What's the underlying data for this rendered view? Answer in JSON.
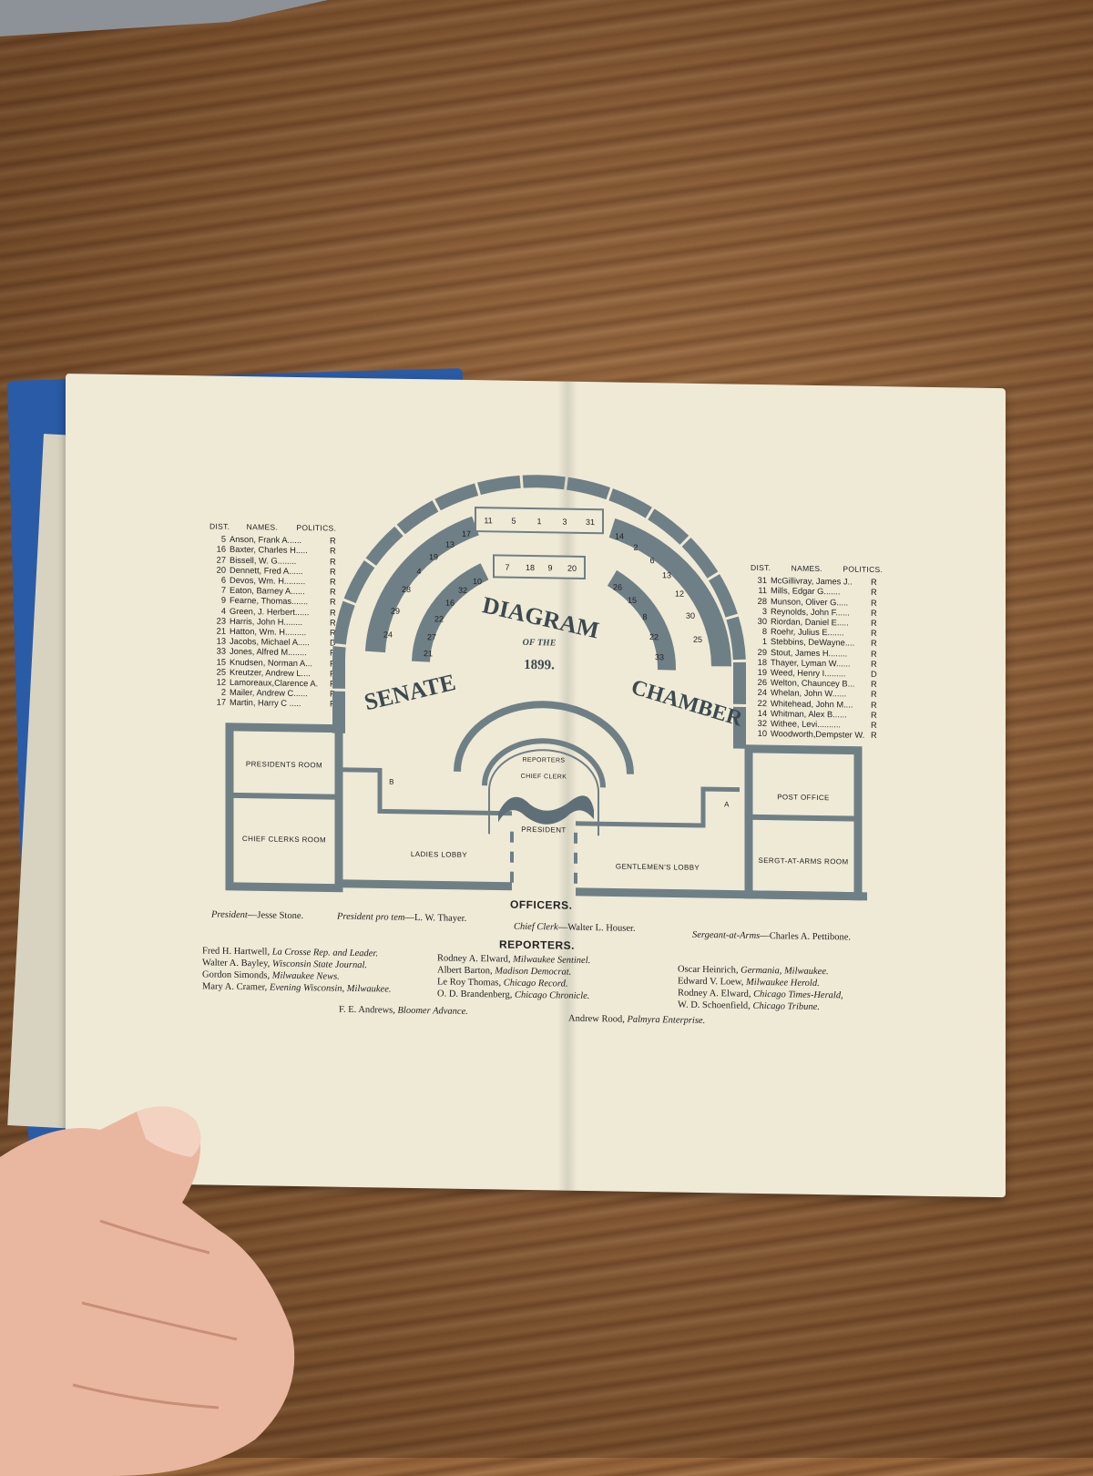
{
  "senators_left": {
    "headers": [
      "DIST.",
      "NAMES.",
      "POLITICS."
    ],
    "rows": [
      [
        "5",
        "Anson, Frank A......",
        "R"
      ],
      [
        "16",
        "Baxter, Charles H.....",
        "R"
      ],
      [
        "27",
        "Bissell, W. G........",
        "R"
      ],
      [
        "20",
        "Dennett, Fred A......",
        "R"
      ],
      [
        "6",
        "Devos, Wm. H.........",
        "R"
      ],
      [
        "7",
        "Eaton, Barney A......",
        "R"
      ],
      [
        "9",
        "Fearne, Thomas.......",
        "R"
      ],
      [
        "4",
        "Green, J. Herbert......",
        "R"
      ],
      [
        "23",
        "Harris, John H........",
        "R"
      ],
      [
        "21",
        "Hatton, Wm. H.........",
        "R"
      ],
      [
        "13",
        "Jacobs, Michael A.....",
        "D"
      ],
      [
        "33",
        "Jones, Alfred M........",
        "R"
      ],
      [
        "15",
        "Knudsen, Norman A...",
        "R"
      ],
      [
        "25",
        "Kreutzer, Andrew L....",
        "R"
      ],
      [
        "12",
        "Lamoreaux,Clarence A.",
        "R"
      ],
      [
        "2",
        "Mailer, Andrew C......",
        "R"
      ],
      [
        "17",
        "Martin, Harry C .....",
        "R"
      ]
    ]
  },
  "senators_right": {
    "headers": [
      "DIST.",
      "NAMES.",
      "POLITICS."
    ],
    "rows": [
      [
        "31",
        "McGillivray, James J..",
        "R"
      ],
      [
        "11",
        "Mills, Edgar G.......",
        "R"
      ],
      [
        "28",
        "Munson, Oliver G.....",
        "R"
      ],
      [
        "3",
        "Reynolds, John F......",
        "R"
      ],
      [
        "30",
        "Riordan, Daniel E.....",
        "R"
      ],
      [
        "8",
        "Roehr, Julius E.......",
        "R"
      ],
      [
        "1",
        "Stebbins, DeWayne....",
        "R"
      ],
      [
        "29",
        "Stout, James H........",
        "R"
      ],
      [
        "18",
        "Thayer, Lyman W......",
        "R"
      ],
      [
        "19",
        "Weed, Henry I.........",
        "D"
      ],
      [
        "26",
        "Welton, Chauncey B...",
        "R"
      ],
      [
        "24",
        "Whelan, John W......",
        "R"
      ],
      [
        "22",
        "Whitehead, John M....",
        "R"
      ],
      [
        "14",
        "Whitman, Alex B......",
        "R"
      ],
      [
        "32",
        "Withee, Levi..........",
        "R"
      ],
      [
        "10",
        "Woodworth,Dempster W.",
        "R"
      ]
    ]
  },
  "diagram": {
    "title_word1": "DIAGRAM",
    "of_the": "OF THE",
    "year": "1899.",
    "title_word2": "SENATE",
    "title_word3": "CHAMBER",
    "rooms": {
      "presidents_room": "PRESIDENTS ROOM",
      "chief_clerks_room": "CHIEF CLERKS ROOM",
      "ladies_lobby": "LADIES LOBBY",
      "gentlemens_lobby": "GENTLEMEN'S LOBBY",
      "post_office": "POST OFFICE",
      "sergt_at_arms_room": "SERGT-AT-ARMS ROOM",
      "reporters": "REPORTERS",
      "chief_clerk": "CHIEF CLERK",
      "president": "PRESIDENT",
      "door_b": "B",
      "door_a": "A"
    },
    "seats_top": [
      "11",
      "5",
      "1",
      "3",
      "31"
    ],
    "seats_mid": [
      "7",
      "18",
      "9",
      "20"
    ],
    "seats_left_outer": [
      "17",
      "13",
      "19",
      "4",
      "28",
      "29",
      "24"
    ],
    "seats_left_inner": [
      "10",
      "32",
      "16",
      "22",
      "27",
      "21"
    ],
    "seats_right_outer": [
      "14",
      "2",
      "6",
      "13",
      "12",
      "30",
      "25"
    ],
    "seats_right_inner": [
      "26",
      "15",
      "8",
      "22",
      "33"
    ]
  },
  "officers": {
    "title": "OFFICERS.",
    "president_label": "President",
    "president_name": "—Jesse Stone.",
    "pro_tem_label": "President pro tem",
    "pro_tem_name": "—L. W. Thayer.",
    "chief_clerk_label": "Chief Clerk",
    "chief_clerk_name": "—Walter L. Houser.",
    "sergeant_label": "Sergeant-at-Arms",
    "sergeant_name": "—Charles A. Pettibone."
  },
  "reporters": {
    "title": "REPORTERS.",
    "col1": [
      [
        "Fred H. Hartwell,",
        "La Crosse Rep. and Leader."
      ],
      [
        "Walter A. Bayley,",
        "Wisconsin State Journal."
      ],
      [
        "Gordon Simonds,",
        "Milwaukee News."
      ],
      [
        "Mary A. Cramer,",
        "Evening Wisconsin, Milwaukee."
      ]
    ],
    "col2": [
      [
        "Rodney A. Elward,",
        "Milwaukee Sentinel."
      ],
      [
        "Albert Barton,",
        "Madison Democrat."
      ],
      [
        "Le Roy Thomas,",
        "Chicago Record."
      ],
      [
        "O. D. Brandenberg,",
        "Chicago Chronicle."
      ]
    ],
    "col3": [
      [
        "Oscar Heinrich,",
        "Germania, Milwaukee."
      ],
      [
        "Edward V. Loew,",
        "Milwaukee Herold."
      ],
      [
        "Rodney A. Elward,",
        "Chicago Times-Herald,"
      ],
      [
        "W. D. Schoenfield,",
        "Chicago Tribune."
      ]
    ],
    "extra1": [
      "F. E. Andrews,",
      "Bloomer Advance."
    ],
    "extra2": [
      "Andrew Rood,",
      "Palmyra Enterprise."
    ]
  }
}
